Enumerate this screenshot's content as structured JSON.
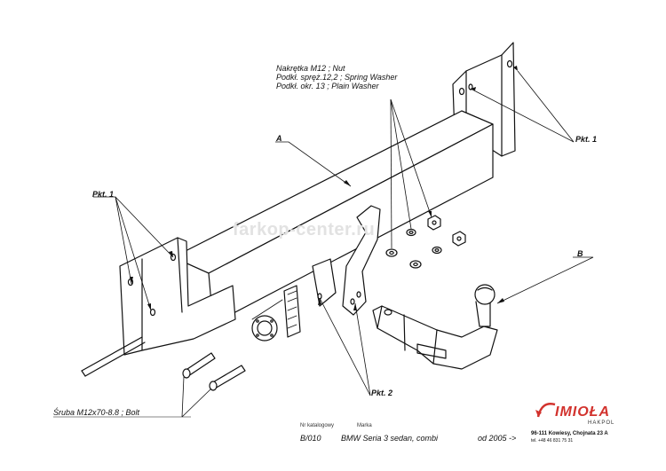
{
  "watermark": "farkop-center.ru",
  "labels": {
    "nut": "Nakrętka M12 ; Nut",
    "spring_washer": "Podkł. spręż.12,2 ; Spring Washer",
    "plain_washer": "Podkł. okr. 13 ; Plain Washer",
    "part_a": "A",
    "part_b": "B",
    "pkt1_left": "Pkt. 1",
    "pkt1_right": "Pkt. 1",
    "pkt2": "Pkt. 2",
    "bolt": "Śruba M12x70-8.8 ;  Bolt"
  },
  "footer": {
    "catalog_caption": "Nr katalogowy",
    "brand_caption": "Marka",
    "catalog_number": "B/010",
    "vehicle": "BMW Seria 3 sedan, combi",
    "year": "od 2005 ->"
  },
  "logo": {
    "name": "IMIOŁA",
    "sub": "HAKPOL",
    "address": "96-111 Kowiesy, Chojnata 23 A",
    "phone": "tel. +48 46 831 75 31",
    "color": "#d2322d"
  }
}
